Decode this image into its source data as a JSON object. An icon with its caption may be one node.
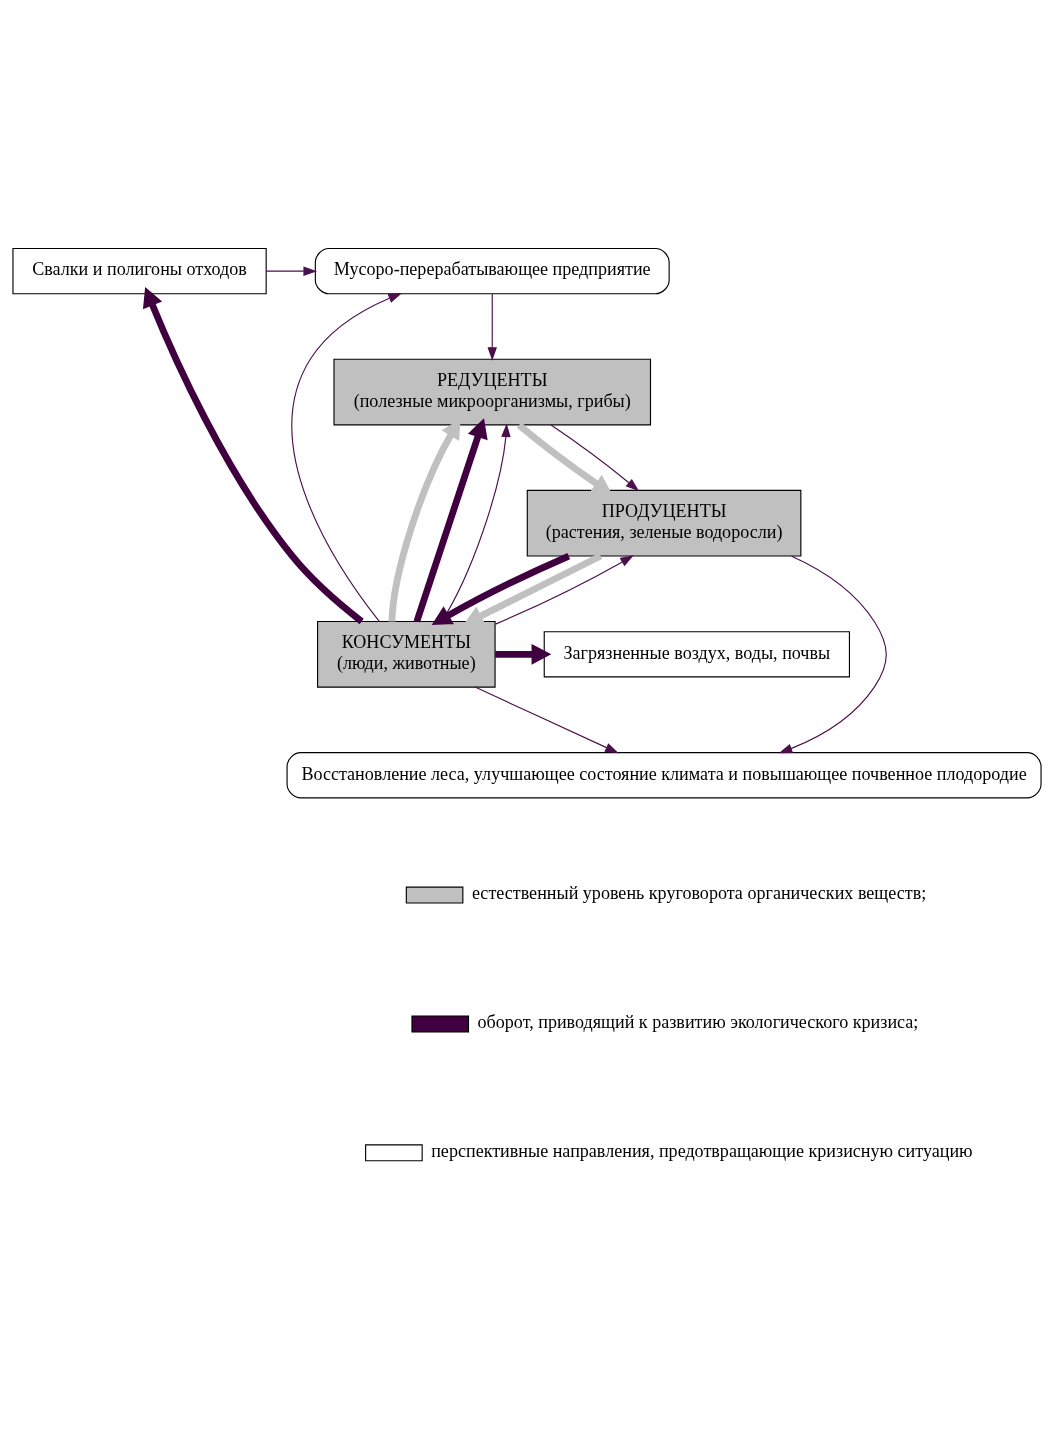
{
  "diagram": {
    "nodes": [
      {
        "text": [
          "Мусоро-перерабатывающее предприятие"
        ]
      },
      {
        "text": [
          "Свалки и полигоны отходов"
        ]
      },
      {
        "text": [
          "КОНСУМЕНТЫ",
          "(люди, животные)"
        ]
      },
      {
        "text": [
          "Загрязненные воздух, воды, почвы"
        ]
      },
      {
        "text": [
          "РЕДУЦЕНТЫ",
          "(полезные микроорганизмы, грибы)"
        ]
      },
      {
        "text": [
          "ПРОДУЦЕНТЫ",
          "(растения, зеленые водоросли)"
        ]
      },
      {
        "text": [
          "Восстановление леса, улучшающее состояние климата и повышающее почвенное плодородие"
        ]
      }
    ],
    "edges": [
      {
        "from": 1,
        "to": 0,
        "arrow": "to"
      },
      {
        "from": 2,
        "to": 0,
        "arrow": "to"
      },
      {
        "from": 0,
        "to": 4,
        "arrow": "to"
      },
      {
        "from": 2,
        "to": 1,
        "arrow": "to",
        "style": "thick",
        "color": "#400040"
      },
      {
        "from": 2,
        "to": 4,
        "arrow": "to",
        "style": "thick",
        "color": "#c0c0c0"
      },
      {
        "from": 2,
        "to": 4,
        "arrow": "to",
        "style": "thick",
        "color": "#400040"
      },
      {
        "from": 2,
        "to": 4,
        "arrow": "to"
      },
      {
        "from": 2,
        "to": 3,
        "arrow": "to",
        "style": "thick",
        "color": "#400040"
      },
      {
        "from": 5,
        "to": 2,
        "arrow": "to",
        "style": "thick",
        "color": "#400040"
      },
      {
        "from": 5,
        "to": 2,
        "arrow": "to",
        "style": "thick",
        "color": "#c0c0c0"
      },
      {
        "from": 2,
        "to": 5,
        "arrow": "to"
      },
      {
        "from": 2,
        "to": 6,
        "arrow": "to"
      },
      {
        "from": 4,
        "to": 5,
        "arrow": "to",
        "style": "thick",
        "color": "#c0c0c0"
      },
      {
        "from": 4,
        "to": 5,
        "arrow": "to"
      },
      {
        "from": 5,
        "to": 6,
        "arrow": "to"
      }
    ],
    "legend": [
      {
        "text": "естественный уровень круговорота органических веществ;"
      },
      {
        "text": "оборот, приводящий к развитию экологического кризиса;"
      },
      {
        "text": "перспективные направления, предотвращающие кризисную ситуацию"
      }
    ]
  }
}
